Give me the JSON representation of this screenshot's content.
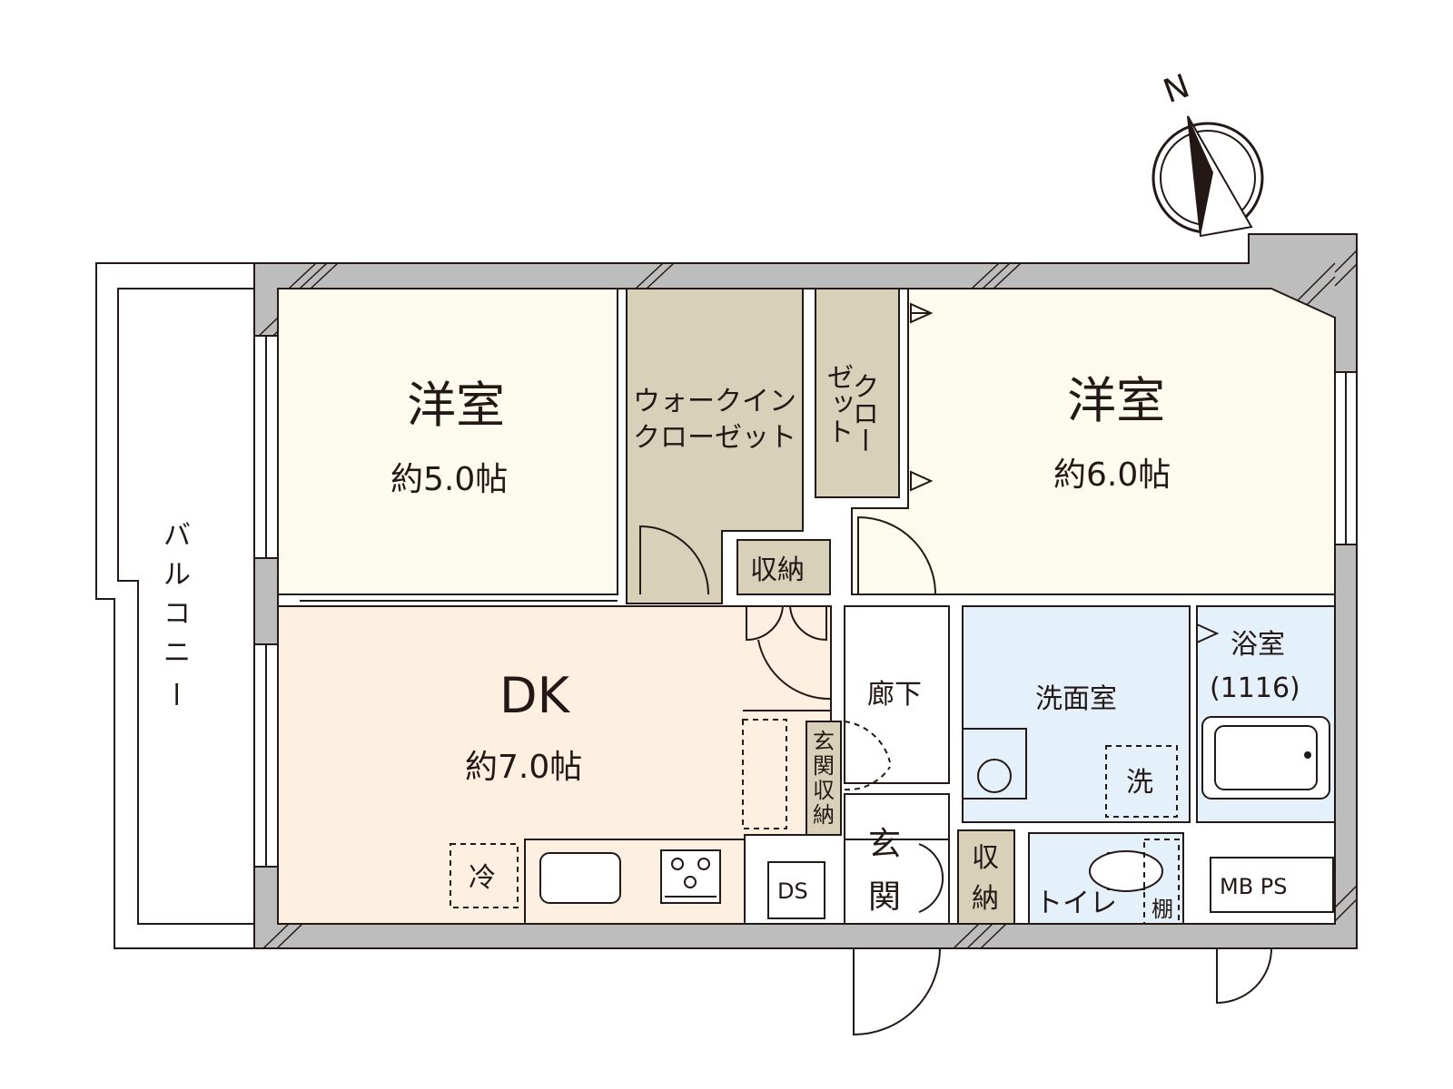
{
  "rooms": {
    "western_room_1": {
      "name": "洋室",
      "size": "約5.0帖"
    },
    "western_room_2": {
      "name": "洋室",
      "size": "約6.0帖"
    },
    "dk": {
      "name": "DK",
      "size": "約7.0帖"
    },
    "walk_in_closet": {
      "line1": "ウォークイン",
      "line2": "クローゼット"
    },
    "closet": {
      "col1": "クロー",
      "col2": "ゼット"
    },
    "storage_1": "収納",
    "hallway": "廊下",
    "washroom": "洗面室",
    "bathroom": {
      "name": "浴室",
      "size": "(1116)"
    },
    "entrance": {
      "char1": "玄",
      "char2": "関"
    },
    "entrance_storage": {
      "chars": [
        "玄",
        "関",
        "収",
        "納"
      ]
    },
    "storage_2": {
      "char1": "収",
      "char2": "納"
    },
    "toilet": "トイレ",
    "shelf": "棚",
    "balcony": {
      "chars": [
        "バ",
        "ル",
        "コ",
        "ニ",
        "ー"
      ]
    },
    "washer": "洗",
    "fridge": "冷",
    "ds": "DS",
    "mb_ps": "MB PS"
  },
  "compass": {
    "label": "N"
  },
  "colors": {
    "western_room": "#fdfbee",
    "dk": "#fdf0e0",
    "storage": "#d8d0b8",
    "wet_area": "#e5f1fa",
    "wall": "#bdbdbd",
    "line": "#231815"
  }
}
